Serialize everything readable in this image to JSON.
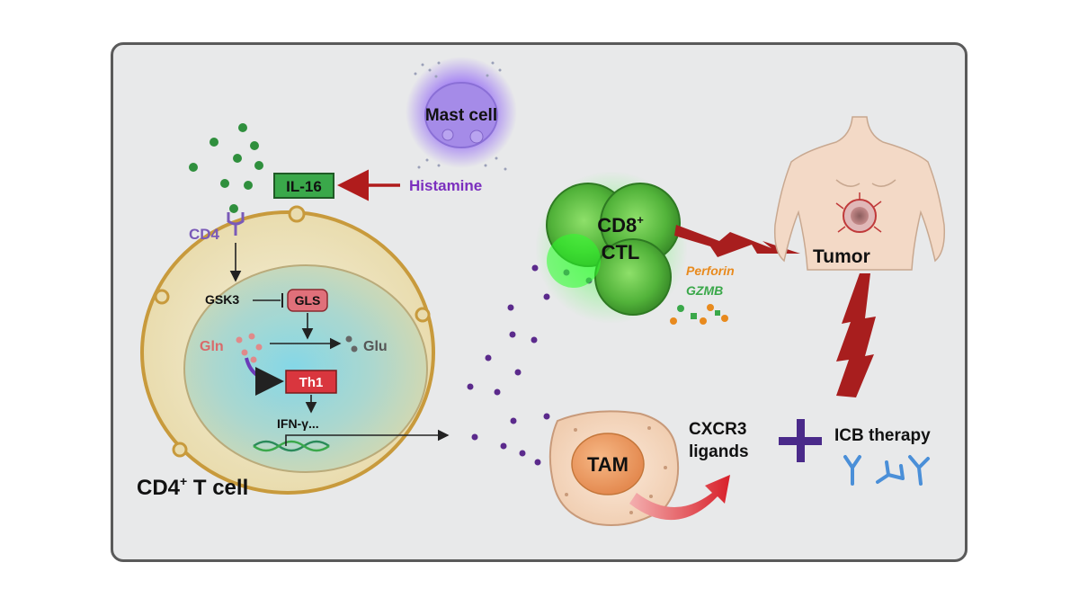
{
  "labels": {
    "mast_cell": "Mast cell",
    "histamine": "Histamine",
    "il16": "IL-16",
    "cd4": "CD4",
    "gsk3": "GSK3",
    "gls": "GLS",
    "gln": "Gln",
    "glu": "Glu",
    "th1": "Th1",
    "ifn": "IFN-γ...",
    "cd4_cell_main": "CD4",
    "cd4_cell_sup": "+",
    "cd4_cell_rest": " T cell",
    "cd8_main": "CD8",
    "cd8_sup": "+",
    "ctl": "CTL",
    "perforin": "Perforin",
    "gzmb": "GZMB",
    "tumor": "Tumor",
    "tam": "TAM",
    "cxcr3_line1": "CXCR3",
    "cxcr3_line2": "ligands",
    "icb": "ICB therapy"
  },
  "colors": {
    "il16_box": "#3aa84a",
    "gls_box": "#e0707a",
    "th1_box": "#d9363e",
    "histamine_text": "#7b2fbe",
    "gln_text": "#d96a6a",
    "perforin_text": "#e88a1e",
    "gzmb_text": "#3aa84a",
    "red_arrow": "#b01c1c",
    "plus": "#4a2a8a",
    "antibody": "#4a8fd8"
  }
}
